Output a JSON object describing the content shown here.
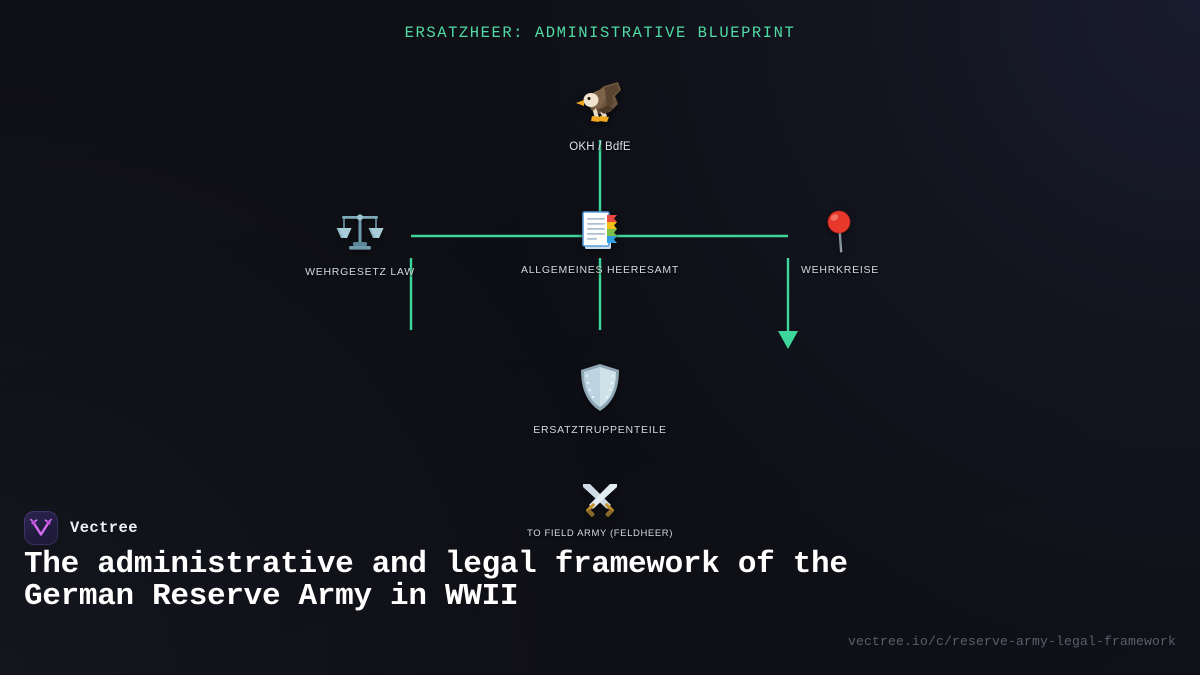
{
  "diagram": {
    "title": "ERSATZHEER: ADMINISTRATIVE BLUEPRINT",
    "accent_color": "#4fdba4",
    "background_color": "#0e0f15",
    "label_color": "#d6dade",
    "nodes": [
      {
        "id": "okh",
        "label": "OKH / BdfE",
        "icon": "eagle-icon"
      },
      {
        "id": "wehrgesetz",
        "label": "WEHRGESETZ LAW",
        "icon": "balance-scale-icon"
      },
      {
        "id": "heeresamt",
        "label": "ALLGEMEINES HEERESAMT",
        "icon": "document-tabs-icon"
      },
      {
        "id": "wehrkreise",
        "label": "WEHRKREISE",
        "icon": "map-pin-icon"
      },
      {
        "id": "ersatz",
        "label": "ERSATZTRUPPENTEILE",
        "icon": "shield-icon"
      },
      {
        "id": "field",
        "label": "TO FIELD ARMY (FELDHEER)",
        "icon": "crossed-swords-icon"
      }
    ],
    "edges": [
      {
        "from": "okh",
        "to": "heeresamt",
        "style": "line"
      },
      {
        "from": "heeresamt",
        "to": "wehrgesetz",
        "style": "line"
      },
      {
        "from": "heeresamt",
        "to": "wehrkreise",
        "style": "arrow"
      },
      {
        "from": "heeresamt",
        "to": "ersatz",
        "style": "line"
      }
    ]
  },
  "brand": {
    "name": "Vectree",
    "logo_icon": "vectree-logo-icon",
    "logo_color": "#d66bf0"
  },
  "headline": "The administrative and legal framework of the German Reserve Army in WWII",
  "footer": {
    "url": "vectree.io/c/reserve-army-legal-framework"
  }
}
